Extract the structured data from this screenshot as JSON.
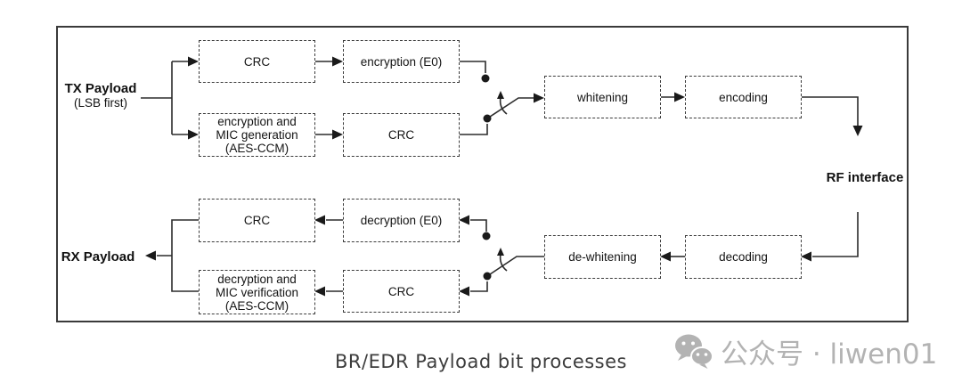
{
  "diagram": {
    "tx_label": "TX Payload",
    "tx_sublabel": "(LSB first)",
    "rx_label": "RX Payload",
    "rf_label": "RF interface",
    "boxes": {
      "tx_crc1": "CRC",
      "tx_encryption": "encryption (E0)",
      "tx_mic": "encryption and\nMIC generation\n(AES-CCM)",
      "tx_crc2": "CRC",
      "whitening": "whitening",
      "encoding": "encoding",
      "rx_crc1": "CRC",
      "rx_decryption": "decryption (E0)",
      "rx_mic": "decryption and\nMIC verification\n(AES-CCM)",
      "rx_crc2": "CRC",
      "dewhitening": "de-whitening",
      "decoding": "decoding"
    }
  },
  "caption": "BR/EDR Payload bit processes",
  "watermark": {
    "icon": "wechat-icon",
    "text": "公众号 · liwen01"
  },
  "colors": {
    "line": "#2b2b2b",
    "box_border": "#3c3c3c",
    "frame_border": "#3a3a3a",
    "text": "#141414",
    "caption": "#3d3d3d",
    "watermark": "#b3b3b3",
    "background": "#ffffff"
  }
}
